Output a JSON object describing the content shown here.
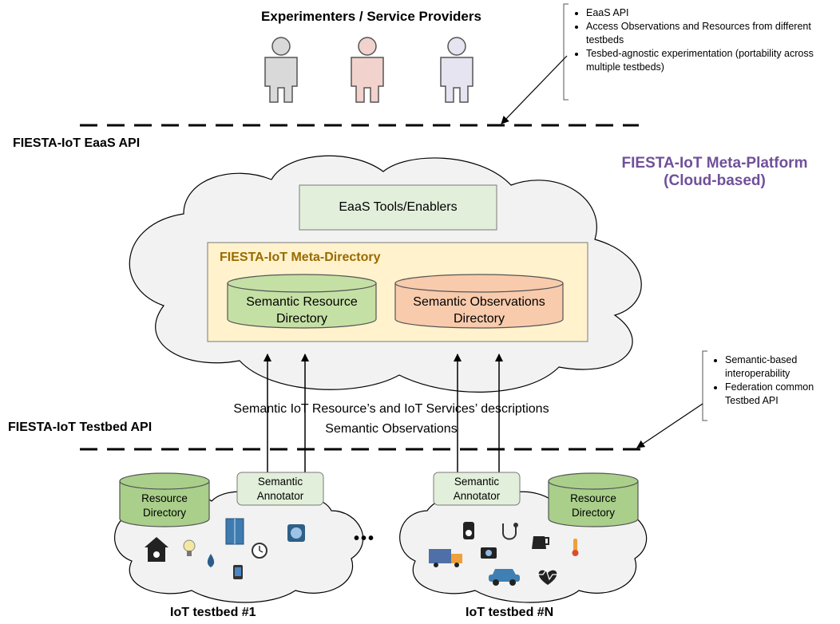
{
  "top_label": "Experimenters / Service Providers",
  "eaas_api_label": "FIESTA-IoT EaaS API",
  "testbed_api_label": "FIESTA-IoT Testbed API",
  "meta_platform": {
    "line1": "FIESTA-IoT Meta-Platform",
    "line2": "(Cloud-based)"
  },
  "tools_box": "EaaS Tools/Enablers",
  "meta_directory": {
    "title": "FIESTA-IoT Meta-Directory",
    "resource_dir": "Semantic Resource Directory",
    "observations_dir": "Semantic Observations Directory"
  },
  "flow_labels": {
    "descriptions": "Semantic IoT Resource’s and IoT Services’ descriptions",
    "observations": "Semantic Observations"
  },
  "note_top": [
    "EaaS API",
    "Access Observations and Resources from different testbeds",
    "Tesbed-agnostic experimentation (portability across multiple testbeds)"
  ],
  "note_bottom": [
    "Semantic-based interoperability",
    "Federation common Testbed API"
  ],
  "testbeds": [
    {
      "label": "IoT testbed #1",
      "annotator": "Semantic Annotator",
      "directory": "Resource Directory"
    },
    {
      "label": "IoT testbed #N",
      "annotator": "Semantic Annotator",
      "directory": "Resource Directory"
    }
  ],
  "ellipsis": "•••",
  "colors": {
    "person_gray": "#d9d9d9",
    "person_pink": "#f2d2cc",
    "person_lavender": "#e6e4f0",
    "cloud_fill": "#f2f2f2",
    "tools_fill": "#e2efda",
    "meta_dir_fill": "#fff2cc",
    "resource_cyl": "#c5e0a5",
    "observations_cyl": "#f8cbad",
    "annotator_fill": "#e2efda",
    "purple": "#70509a",
    "gold": "#9a6a00"
  },
  "icons": {
    "testbed1": [
      "smart-home-icon",
      "lightbulb-icon",
      "water-drop-icon",
      "fridge-icon",
      "smartwatch-icon",
      "alarm-clock-icon",
      "air-purifier-icon"
    ],
    "testbedN": [
      "smart-speaker-icon",
      "stethoscope-icon",
      "coffee-maker-icon",
      "delivery-truck-icon",
      "camera-icon",
      "thermometer-icon",
      "car-icon",
      "heart-monitor-icon"
    ]
  }
}
